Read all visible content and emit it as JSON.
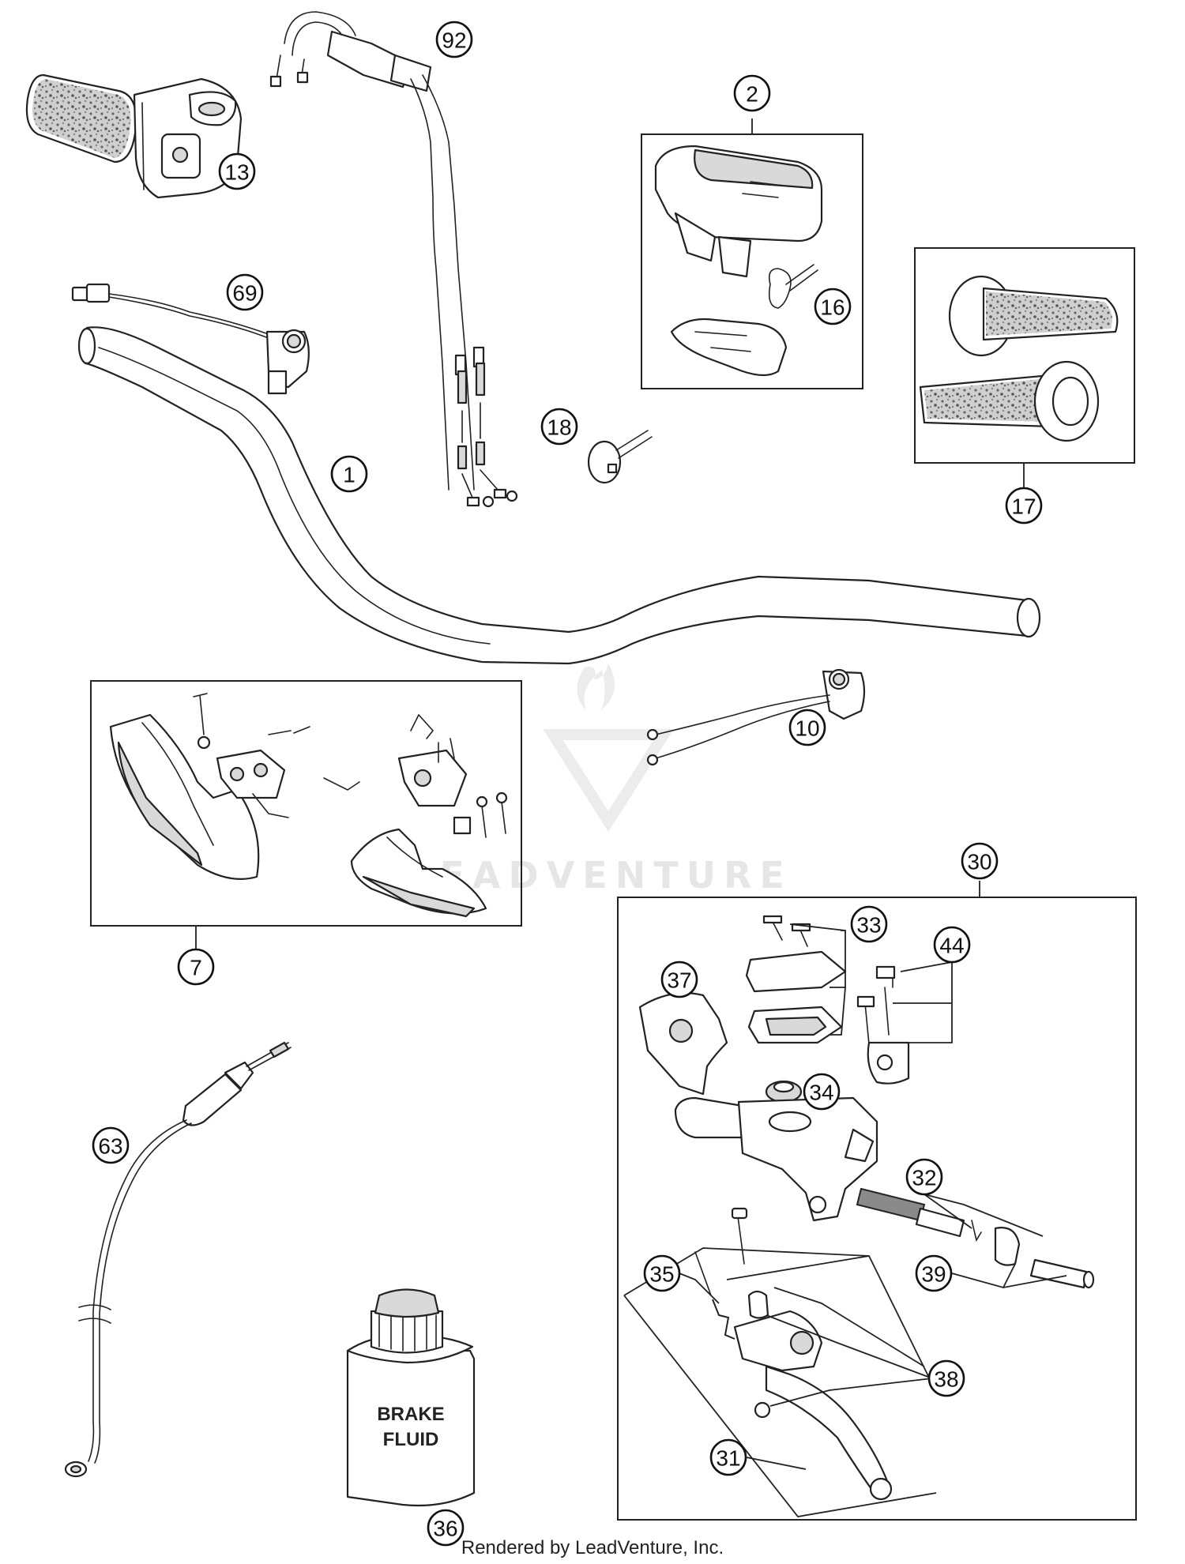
{
  "credit": "Rendered by LeadVenture, Inc.",
  "watermark": "LEADVENTURE",
  "fluid_label_line1": "BRAKE",
  "fluid_label_line2": "FLUID",
  "callouts": [
    "1",
    "2",
    "7",
    "10",
    "13",
    "16",
    "17",
    "18",
    "30",
    "31",
    "32",
    "33",
    "34",
    "35",
    "36",
    "37",
    "38",
    "39",
    "44",
    "63",
    "69",
    "92"
  ]
}
